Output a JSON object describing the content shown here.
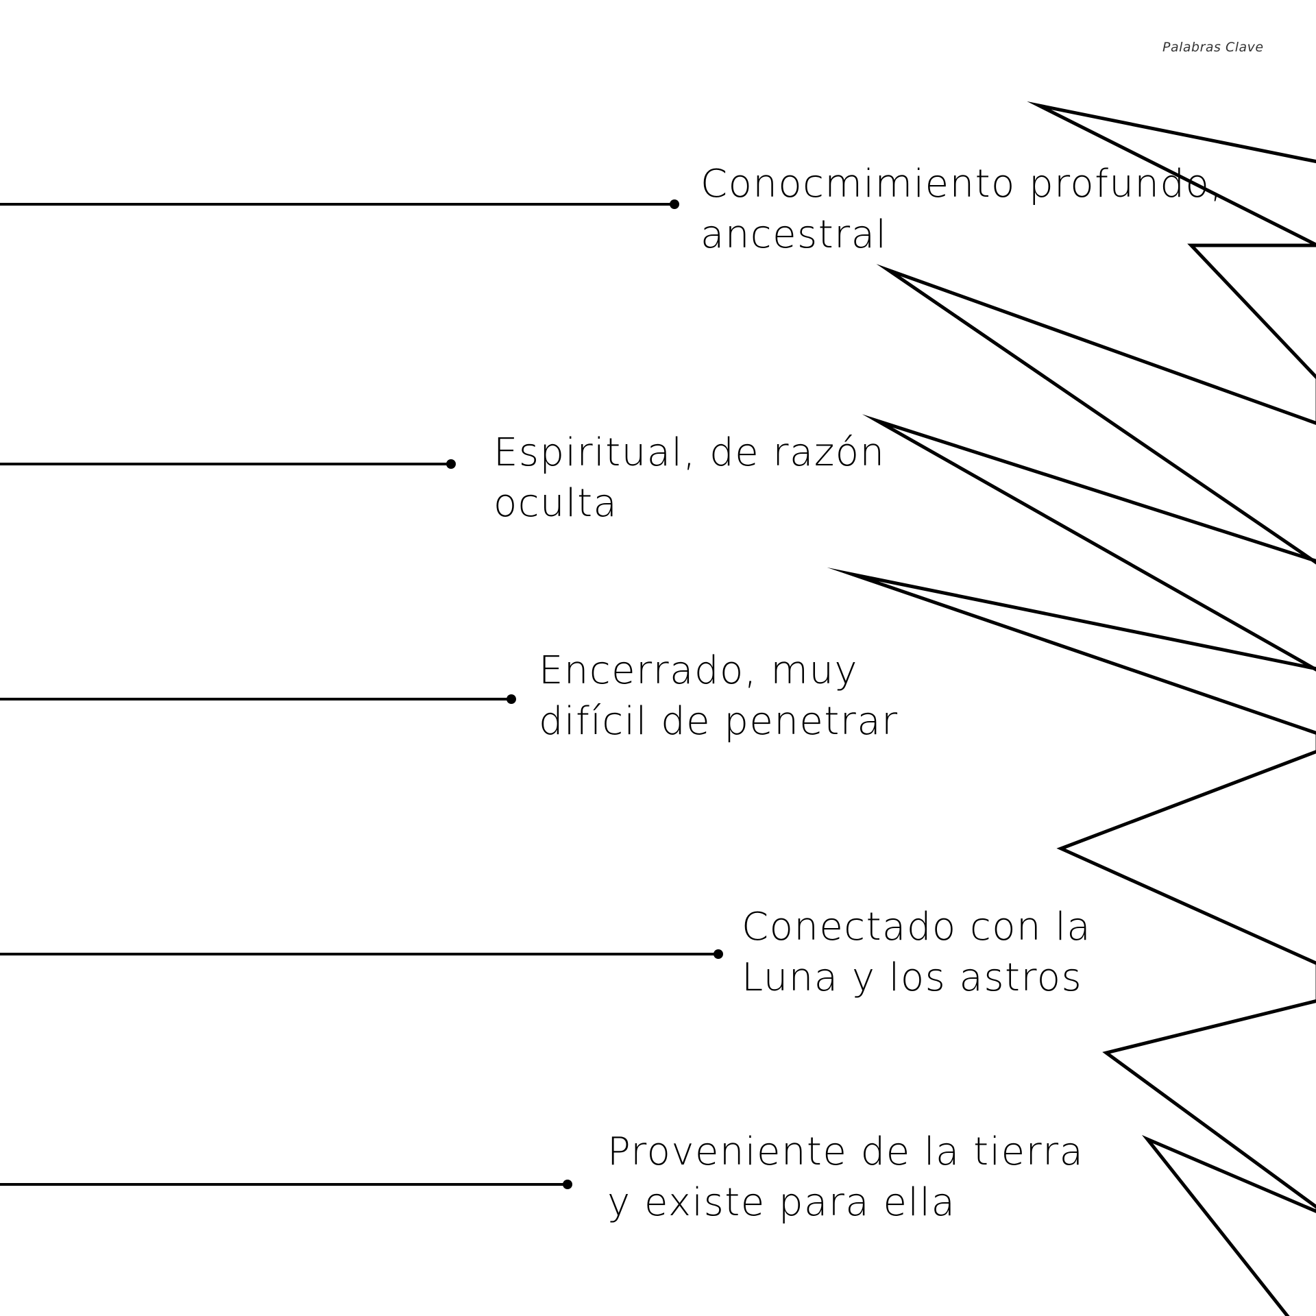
{
  "header": {
    "label": "Palabras Clave"
  },
  "keywords": [
    {
      "line1": "Conocmimiento profundo,",
      "line2": "ancestral"
    },
    {
      "line1": "Espiritual, de razón",
      "line2": "oculta"
    },
    {
      "line1": "Encerrado, muy",
      "line2": "difícil de penetrar"
    },
    {
      "line1": "Conectado con la",
      "line2": "Luna y los astros"
    },
    {
      "line1": "Proveniente de la tierra",
      "line2": "y existe para ella"
    }
  ],
  "colors": {
    "ink": "#000000",
    "background": "#ffffff"
  },
  "icons": {
    "star_outline": "star-outline-icon",
    "leader_dot": "leader-dot-icon"
  }
}
